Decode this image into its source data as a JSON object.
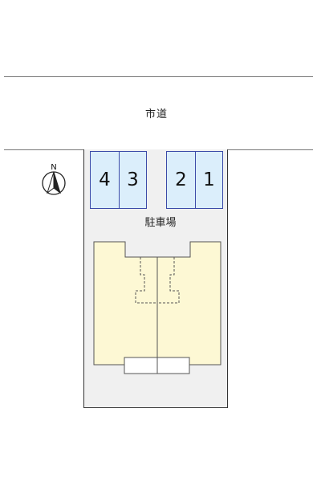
{
  "road": {
    "label": "市道"
  },
  "parking": {
    "label": "駐車場",
    "spaces": [
      "4",
      "3",
      "2",
      "1"
    ]
  },
  "compass": {
    "label": "N"
  },
  "colors": {
    "building": "#fdf8d4",
    "parking_space": "#dbeefb",
    "lot": "#f0f0f0"
  }
}
